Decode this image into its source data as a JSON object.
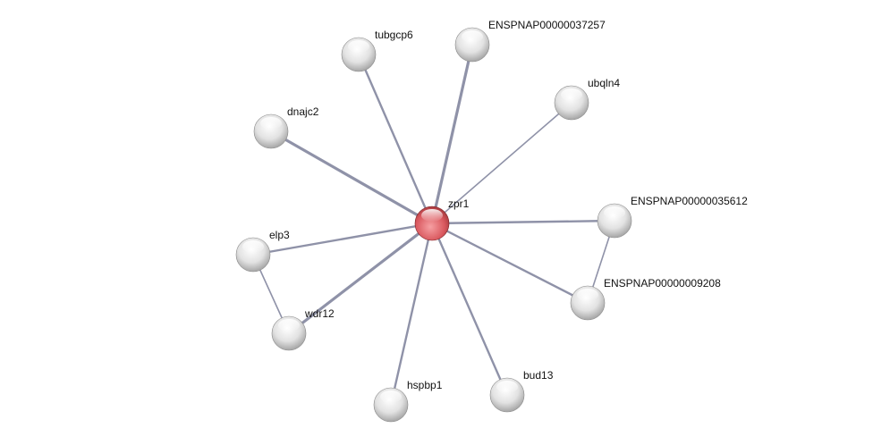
{
  "network": {
    "query_node": "zpr1",
    "nodes": [
      {
        "id": "zpr1",
        "label": "zpr1",
        "query": true
      },
      {
        "id": "tubgcp6",
        "label": "tubgcp6"
      },
      {
        "id": "ENSPNAP00000037257",
        "label": "ENSPNAP00000037257"
      },
      {
        "id": "ubqln4",
        "label": "ubqln4"
      },
      {
        "id": "dnajc2",
        "label": "dnajc2"
      },
      {
        "id": "ENSPNAP00000035612",
        "label": "ENSPNAP00000035612"
      },
      {
        "id": "elp3",
        "label": "elp3"
      },
      {
        "id": "ENSPNAP00000009208",
        "label": "ENSPNAP00000009208"
      },
      {
        "id": "wdr12",
        "label": "wdr12"
      },
      {
        "id": "hspbp1",
        "label": "hspbp1"
      },
      {
        "id": "bud13",
        "label": "bud13"
      }
    ],
    "edges": [
      {
        "source": "zpr1",
        "target": "tubgcp6",
        "strength": "medium"
      },
      {
        "source": "zpr1",
        "target": "ENSPNAP00000037257",
        "strength": "high"
      },
      {
        "source": "zpr1",
        "target": "ubqln4",
        "strength": "low"
      },
      {
        "source": "zpr1",
        "target": "dnajc2",
        "strength": "high"
      },
      {
        "source": "zpr1",
        "target": "ENSPNAP00000035612",
        "strength": "medium"
      },
      {
        "source": "zpr1",
        "target": "elp3",
        "strength": "medium"
      },
      {
        "source": "zpr1",
        "target": "ENSPNAP00000009208",
        "strength": "medium"
      },
      {
        "source": "zpr1",
        "target": "wdr12",
        "strength": "high"
      },
      {
        "source": "zpr1",
        "target": "hspbp1",
        "strength": "medium"
      },
      {
        "source": "zpr1",
        "target": "bud13",
        "strength": "medium"
      },
      {
        "source": "elp3",
        "target": "wdr12",
        "strength": "low"
      },
      {
        "source": "ENSPNAP00000035612",
        "target": "ENSPNAP00000009208",
        "strength": "low"
      }
    ],
    "colors": {
      "query_node": "#d9585e",
      "node": "#d8d8d8",
      "edge": "#8f92a8"
    }
  }
}
